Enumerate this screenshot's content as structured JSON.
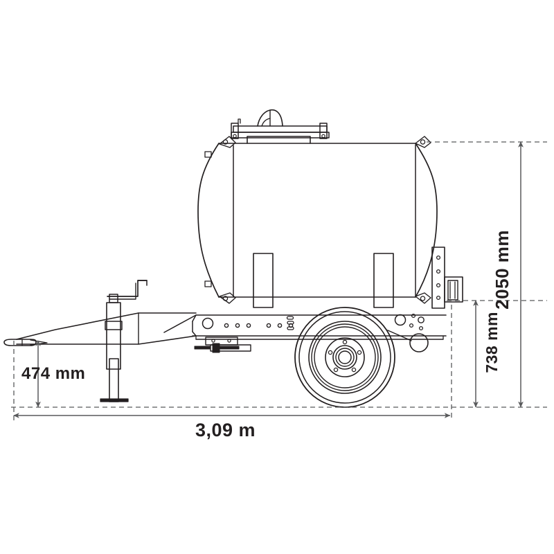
{
  "drawing": {
    "type": "technical-line-drawing",
    "subject": "single-axle water tank trailer, side elevation",
    "background_color": "#ffffff",
    "line_color": "#231f20",
    "dimension_line_color": "#58595b",
    "text_color": "#231f20"
  },
  "dimensions": {
    "length": {
      "label": "3,09 m",
      "value": 3.09,
      "unit": "m",
      "orientation": "horizontal",
      "description": "overall trailer length"
    },
    "hitch_height": {
      "label": "474 mm",
      "value": 474,
      "unit": "mm",
      "orientation": "vertical",
      "description": "coupling hitch height above ground"
    },
    "total_height": {
      "label": "2050 mm",
      "value": 2050,
      "unit": "mm",
      "orientation": "vertical-rotated",
      "description": "overall height to top of tank"
    },
    "axle_height": {
      "label": "738 mm",
      "value": 738,
      "unit": "mm",
      "orientation": "vertical-rotated",
      "description": "chassis frame height above ground"
    }
  },
  "components": {
    "tank": "cylindrical-tank",
    "hatch": "top-fill-hatch-with-clamp",
    "wheel": "road-wheel-with-5-bolt-hub",
    "jack": "crank-jack-stand",
    "coupler": "drawbar-hitch-eye",
    "drawbar": "a-frame-drawbar",
    "chassis": "perforated-chassis-beam",
    "rear_post": "rear-vertical-support-post",
    "saddles": "tank-saddle-posts"
  }
}
